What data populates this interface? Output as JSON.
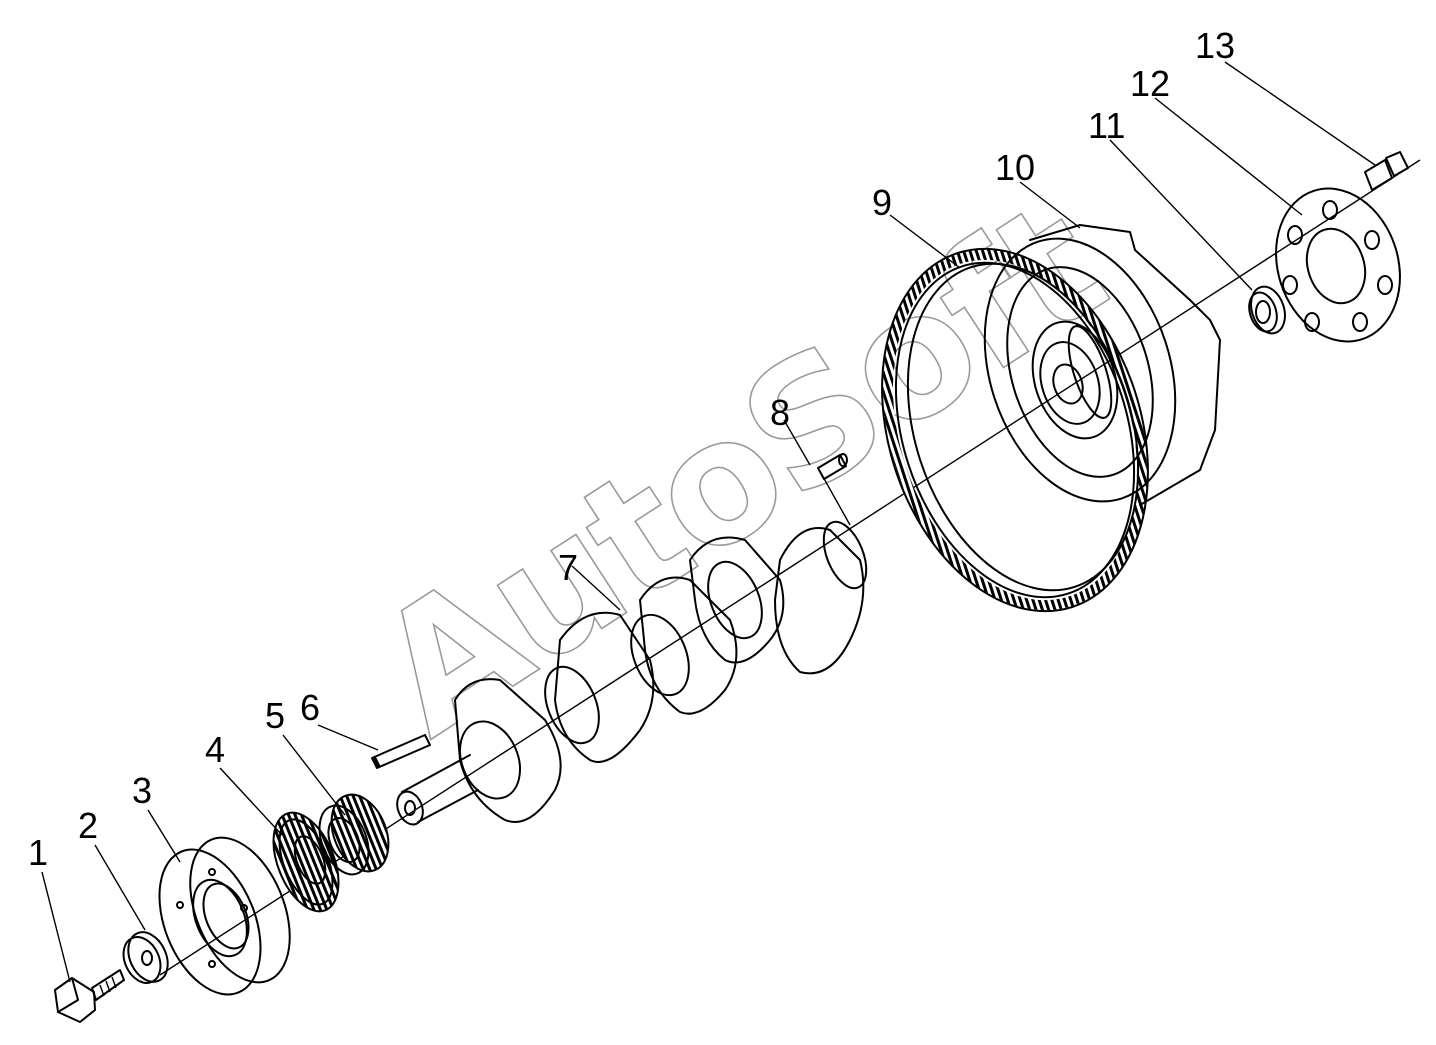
{
  "diagram": {
    "watermark": "AutoSoft",
    "callouts": [
      {
        "id": "1",
        "label": "1",
        "part": "bolt"
      },
      {
        "id": "2",
        "label": "2",
        "part": "washer"
      },
      {
        "id": "3",
        "label": "3",
        "part": "pulley"
      },
      {
        "id": "4",
        "label": "4",
        "part": "pulse-ring"
      },
      {
        "id": "5",
        "label": "5",
        "part": "crankshaft-gear"
      },
      {
        "id": "6",
        "label": "6",
        "part": "key"
      },
      {
        "id": "7",
        "label": "7",
        "part": "crankshaft"
      },
      {
        "id": "8",
        "label": "8",
        "part": "pin"
      },
      {
        "id": "9",
        "label": "9",
        "part": "ring-gear"
      },
      {
        "id": "10",
        "label": "10",
        "part": "flywheel"
      },
      {
        "id": "11",
        "label": "11",
        "part": "bearing"
      },
      {
        "id": "12",
        "label": "12",
        "part": "plate"
      },
      {
        "id": "13",
        "label": "13",
        "part": "flywheel-bolt"
      }
    ]
  }
}
